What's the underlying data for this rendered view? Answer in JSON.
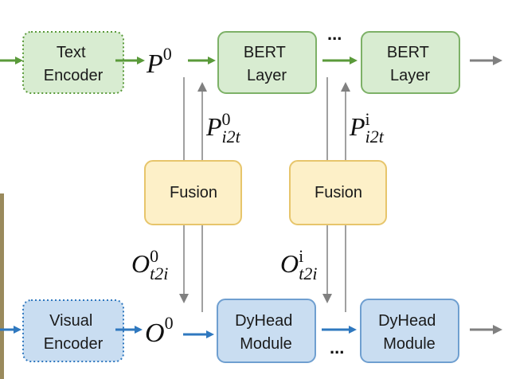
{
  "nodes": {
    "text_encoder": [
      "Text",
      "Encoder"
    ],
    "bert_layer_1": [
      "BERT",
      "Layer"
    ],
    "bert_layer_2": [
      "BERT",
      "Layer"
    ],
    "fusion_1": "Fusion",
    "fusion_2": "Fusion",
    "visual_encoder": [
      "Visual",
      "Encoder"
    ],
    "dyhead_1": [
      "DyHead",
      "Module"
    ],
    "dyhead_2": [
      "DyHead",
      "Module"
    ]
  },
  "symbols": {
    "p0": {
      "base": "P",
      "sup": "0"
    },
    "o0": {
      "base": "O",
      "sup": "0"
    },
    "p_i2t_0": {
      "base": "P",
      "sup": "0",
      "sub": "i2t"
    },
    "p_i2t_i": {
      "base": "P",
      "sup": "i",
      "sub": "i2t"
    },
    "o_t2i_0": {
      "base": "O",
      "sup": "0",
      "sub": "t2i"
    },
    "o_t2i_i": {
      "base": "O",
      "sup": "i",
      "sub": "t2i"
    }
  },
  "ellipsis_top": "...",
  "ellipsis_bottom": "...",
  "colors": {
    "text_path": "#5a9a3a",
    "visual_path": "#2f78bf",
    "gray_arrow": "#808080",
    "green_fill": "#d8ecd1",
    "green_stroke": "#7db167",
    "yellow_fill": "#fdf0c8",
    "yellow_stroke": "#e7c56b",
    "blue_fill": "#c9ddf1",
    "blue_stroke": "#6f9fd0"
  }
}
